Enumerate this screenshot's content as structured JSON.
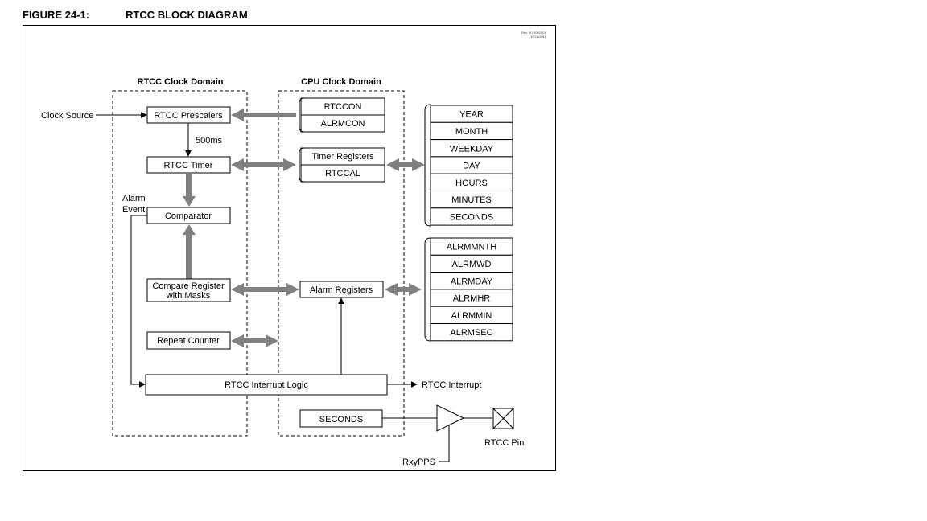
{
  "figure": {
    "label": "FIGURE 24-1:",
    "title": "RTCC BLOCK DIAGRAM",
    "revision": "Rev. 10-000200A\n10/18/2016"
  },
  "domains": {
    "rtcc": "RTCC Clock Domain",
    "cpu": "CPU Clock Domain"
  },
  "labels": {
    "clock_source": "Clock Source",
    "ms500": "500ms",
    "alarm": "Alarm",
    "event": "Event",
    "rtcc_interrupt": "RTCC Interrupt",
    "rtcc_pin": "RTCC Pin",
    "rxypps": "RxyPPS"
  },
  "blocks": {
    "prescalers": "RTCC Prescalers",
    "timer": "RTCC Timer",
    "comparator": "Comparator",
    "compare_reg_1": "Compare Register",
    "compare_reg_2": "with Masks",
    "repeat_counter": "Repeat Counter",
    "interrupt_logic": "RTCC Interrupt Logic",
    "rtccon": "RTCCON",
    "alrmcon": "ALRMCON",
    "timer_registers": "Timer Registers",
    "rtccal": "RTCCAL",
    "alarm_registers": "Alarm Registers",
    "seconds_out": "SECONDS"
  },
  "time_registers": [
    "YEAR",
    "MONTH",
    "WEEKDAY",
    "DAY",
    "HOURS",
    "MINUTES",
    "SECONDS"
  ],
  "alarm_register_list": [
    "ALRMMNTH",
    "ALRMWD",
    "ALRMDAY",
    "ALRMHR",
    "ALRMMIN",
    "ALRMSEC"
  ],
  "colors": {
    "bus_arrow": "#808080",
    "line": "#000000"
  }
}
